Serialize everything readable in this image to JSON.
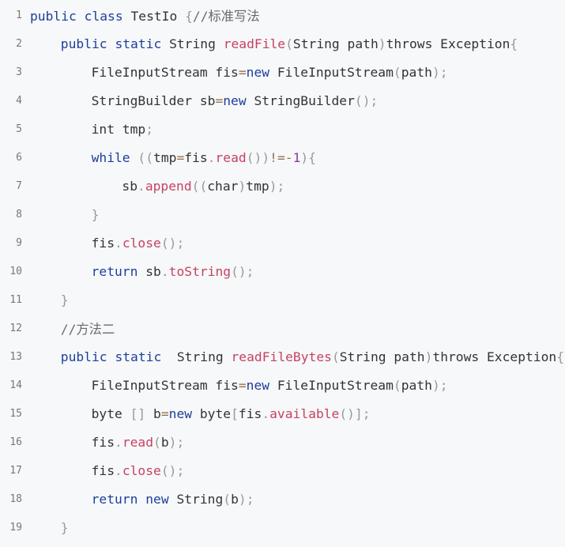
{
  "editor": {
    "background": "#f6f8fa",
    "colors": {
      "keyword": "#1e3f9a",
      "function": "#c74261",
      "punctuation": "#999999",
      "number": "#8b3a9e",
      "operator": "#9b6e4a",
      "text": "#333333",
      "comment": "#6a6a6a",
      "line_number": "#777777"
    },
    "lines": [
      {
        "n": "1",
        "indent": 0,
        "tokens": [
          [
            "kw",
            "public"
          ],
          [
            "tx",
            " "
          ],
          [
            "kw",
            "class"
          ],
          [
            "tx",
            " TestIo "
          ],
          [
            "pu",
            "{"
          ],
          [
            "cm",
            "//标准写法"
          ]
        ]
      },
      {
        "n": "2",
        "indent": 1,
        "tokens": [
          [
            "kw",
            "public"
          ],
          [
            "tx",
            " "
          ],
          [
            "kw",
            "static"
          ],
          [
            "tx",
            " String "
          ],
          [
            "fn",
            "readFile"
          ],
          [
            "pu",
            "("
          ],
          [
            "tx",
            "String path"
          ],
          [
            "pu",
            ")"
          ],
          [
            "tx",
            "throws Exception"
          ],
          [
            "pu",
            "{"
          ]
        ]
      },
      {
        "n": "3",
        "indent": 2,
        "tokens": [
          [
            "tx",
            "FileInputStream fis"
          ],
          [
            "op",
            "="
          ],
          [
            "kw",
            "new"
          ],
          [
            "tx",
            " FileInputStream"
          ],
          [
            "pu",
            "("
          ],
          [
            "tx",
            "path"
          ],
          [
            "pu",
            ");"
          ]
        ]
      },
      {
        "n": "4",
        "indent": 2,
        "tokens": [
          [
            "tx",
            "StringBuilder sb"
          ],
          [
            "op",
            "="
          ],
          [
            "kw",
            "new"
          ],
          [
            "tx",
            " StringBuilder"
          ],
          [
            "pu",
            "();"
          ]
        ]
      },
      {
        "n": "5",
        "indent": 2,
        "tokens": [
          [
            "tx",
            "int tmp"
          ],
          [
            "pu",
            ";"
          ]
        ]
      },
      {
        "n": "6",
        "indent": 2,
        "tokens": [
          [
            "kw",
            "while"
          ],
          [
            "tx",
            " "
          ],
          [
            "pu",
            "(("
          ],
          [
            "tx",
            "tmp"
          ],
          [
            "op",
            "="
          ],
          [
            "tx",
            "fis"
          ],
          [
            "pu",
            "."
          ],
          [
            "fn",
            "read"
          ],
          [
            "pu",
            "())"
          ],
          [
            "op",
            "!=-"
          ],
          [
            "nu",
            "1"
          ],
          [
            "pu",
            "){"
          ]
        ]
      },
      {
        "n": "7",
        "indent": 3,
        "tokens": [
          [
            "tx",
            "sb"
          ],
          [
            "pu",
            "."
          ],
          [
            "fn",
            "append"
          ],
          [
            "pu",
            "(("
          ],
          [
            "tx",
            "char"
          ],
          [
            "pu",
            ")"
          ],
          [
            "tx",
            "tmp"
          ],
          [
            "pu",
            ");"
          ]
        ]
      },
      {
        "n": "8",
        "indent": 2,
        "tokens": [
          [
            "pu",
            "}"
          ]
        ]
      },
      {
        "n": "9",
        "indent": 2,
        "tokens": [
          [
            "tx",
            "fis"
          ],
          [
            "pu",
            "."
          ],
          [
            "fn",
            "close"
          ],
          [
            "pu",
            "();"
          ]
        ]
      },
      {
        "n": "10",
        "indent": 2,
        "tokens": [
          [
            "kw",
            "return"
          ],
          [
            "tx",
            " sb"
          ],
          [
            "pu",
            "."
          ],
          [
            "fn",
            "toString"
          ],
          [
            "pu",
            "();"
          ]
        ]
      },
      {
        "n": "11",
        "indent": 1,
        "tokens": [
          [
            "pu",
            "}"
          ]
        ]
      },
      {
        "n": "12",
        "indent": 1,
        "tokens": [
          [
            "cm",
            "//方法二"
          ]
        ]
      },
      {
        "n": "13",
        "indent": 1,
        "tokens": [
          [
            "kw",
            "public"
          ],
          [
            "tx",
            " "
          ],
          [
            "kw",
            "static"
          ],
          [
            "tx",
            "  String "
          ],
          [
            "fn",
            "readFileBytes"
          ],
          [
            "pu",
            "("
          ],
          [
            "tx",
            "String path"
          ],
          [
            "pu",
            ")"
          ],
          [
            "tx",
            "throws Exception"
          ],
          [
            "pu",
            "{"
          ]
        ]
      },
      {
        "n": "14",
        "indent": 2,
        "tokens": [
          [
            "tx",
            "FileInputStream fis"
          ],
          [
            "op",
            "="
          ],
          [
            "kw",
            "new"
          ],
          [
            "tx",
            " FileInputStream"
          ],
          [
            "pu",
            "("
          ],
          [
            "tx",
            "path"
          ],
          [
            "pu",
            ");"
          ]
        ]
      },
      {
        "n": "15",
        "indent": 2,
        "tokens": [
          [
            "tx",
            "byte "
          ],
          [
            "pu",
            "[]"
          ],
          [
            "tx",
            " b"
          ],
          [
            "op",
            "="
          ],
          [
            "kw",
            "new"
          ],
          [
            "tx",
            " byte"
          ],
          [
            "pu",
            "["
          ],
          [
            "tx",
            "fis"
          ],
          [
            "pu",
            "."
          ],
          [
            "fn",
            "available"
          ],
          [
            "pu",
            "()];"
          ]
        ]
      },
      {
        "n": "16",
        "indent": 2,
        "tokens": [
          [
            "tx",
            "fis"
          ],
          [
            "pu",
            "."
          ],
          [
            "fn",
            "read"
          ],
          [
            "pu",
            "("
          ],
          [
            "tx",
            "b"
          ],
          [
            "pu",
            ");"
          ]
        ]
      },
      {
        "n": "17",
        "indent": 2,
        "tokens": [
          [
            "tx",
            "fis"
          ],
          [
            "pu",
            "."
          ],
          [
            "fn",
            "close"
          ],
          [
            "pu",
            "();"
          ]
        ]
      },
      {
        "n": "18",
        "indent": 2,
        "tokens": [
          [
            "kw",
            "return"
          ],
          [
            "tx",
            " "
          ],
          [
            "kw",
            "new"
          ],
          [
            "tx",
            " String"
          ],
          [
            "pu",
            "("
          ],
          [
            "tx",
            "b"
          ],
          [
            "pu",
            ");"
          ]
        ]
      },
      {
        "n": "19",
        "indent": 1,
        "tokens": [
          [
            "pu",
            "}"
          ]
        ]
      }
    ]
  }
}
